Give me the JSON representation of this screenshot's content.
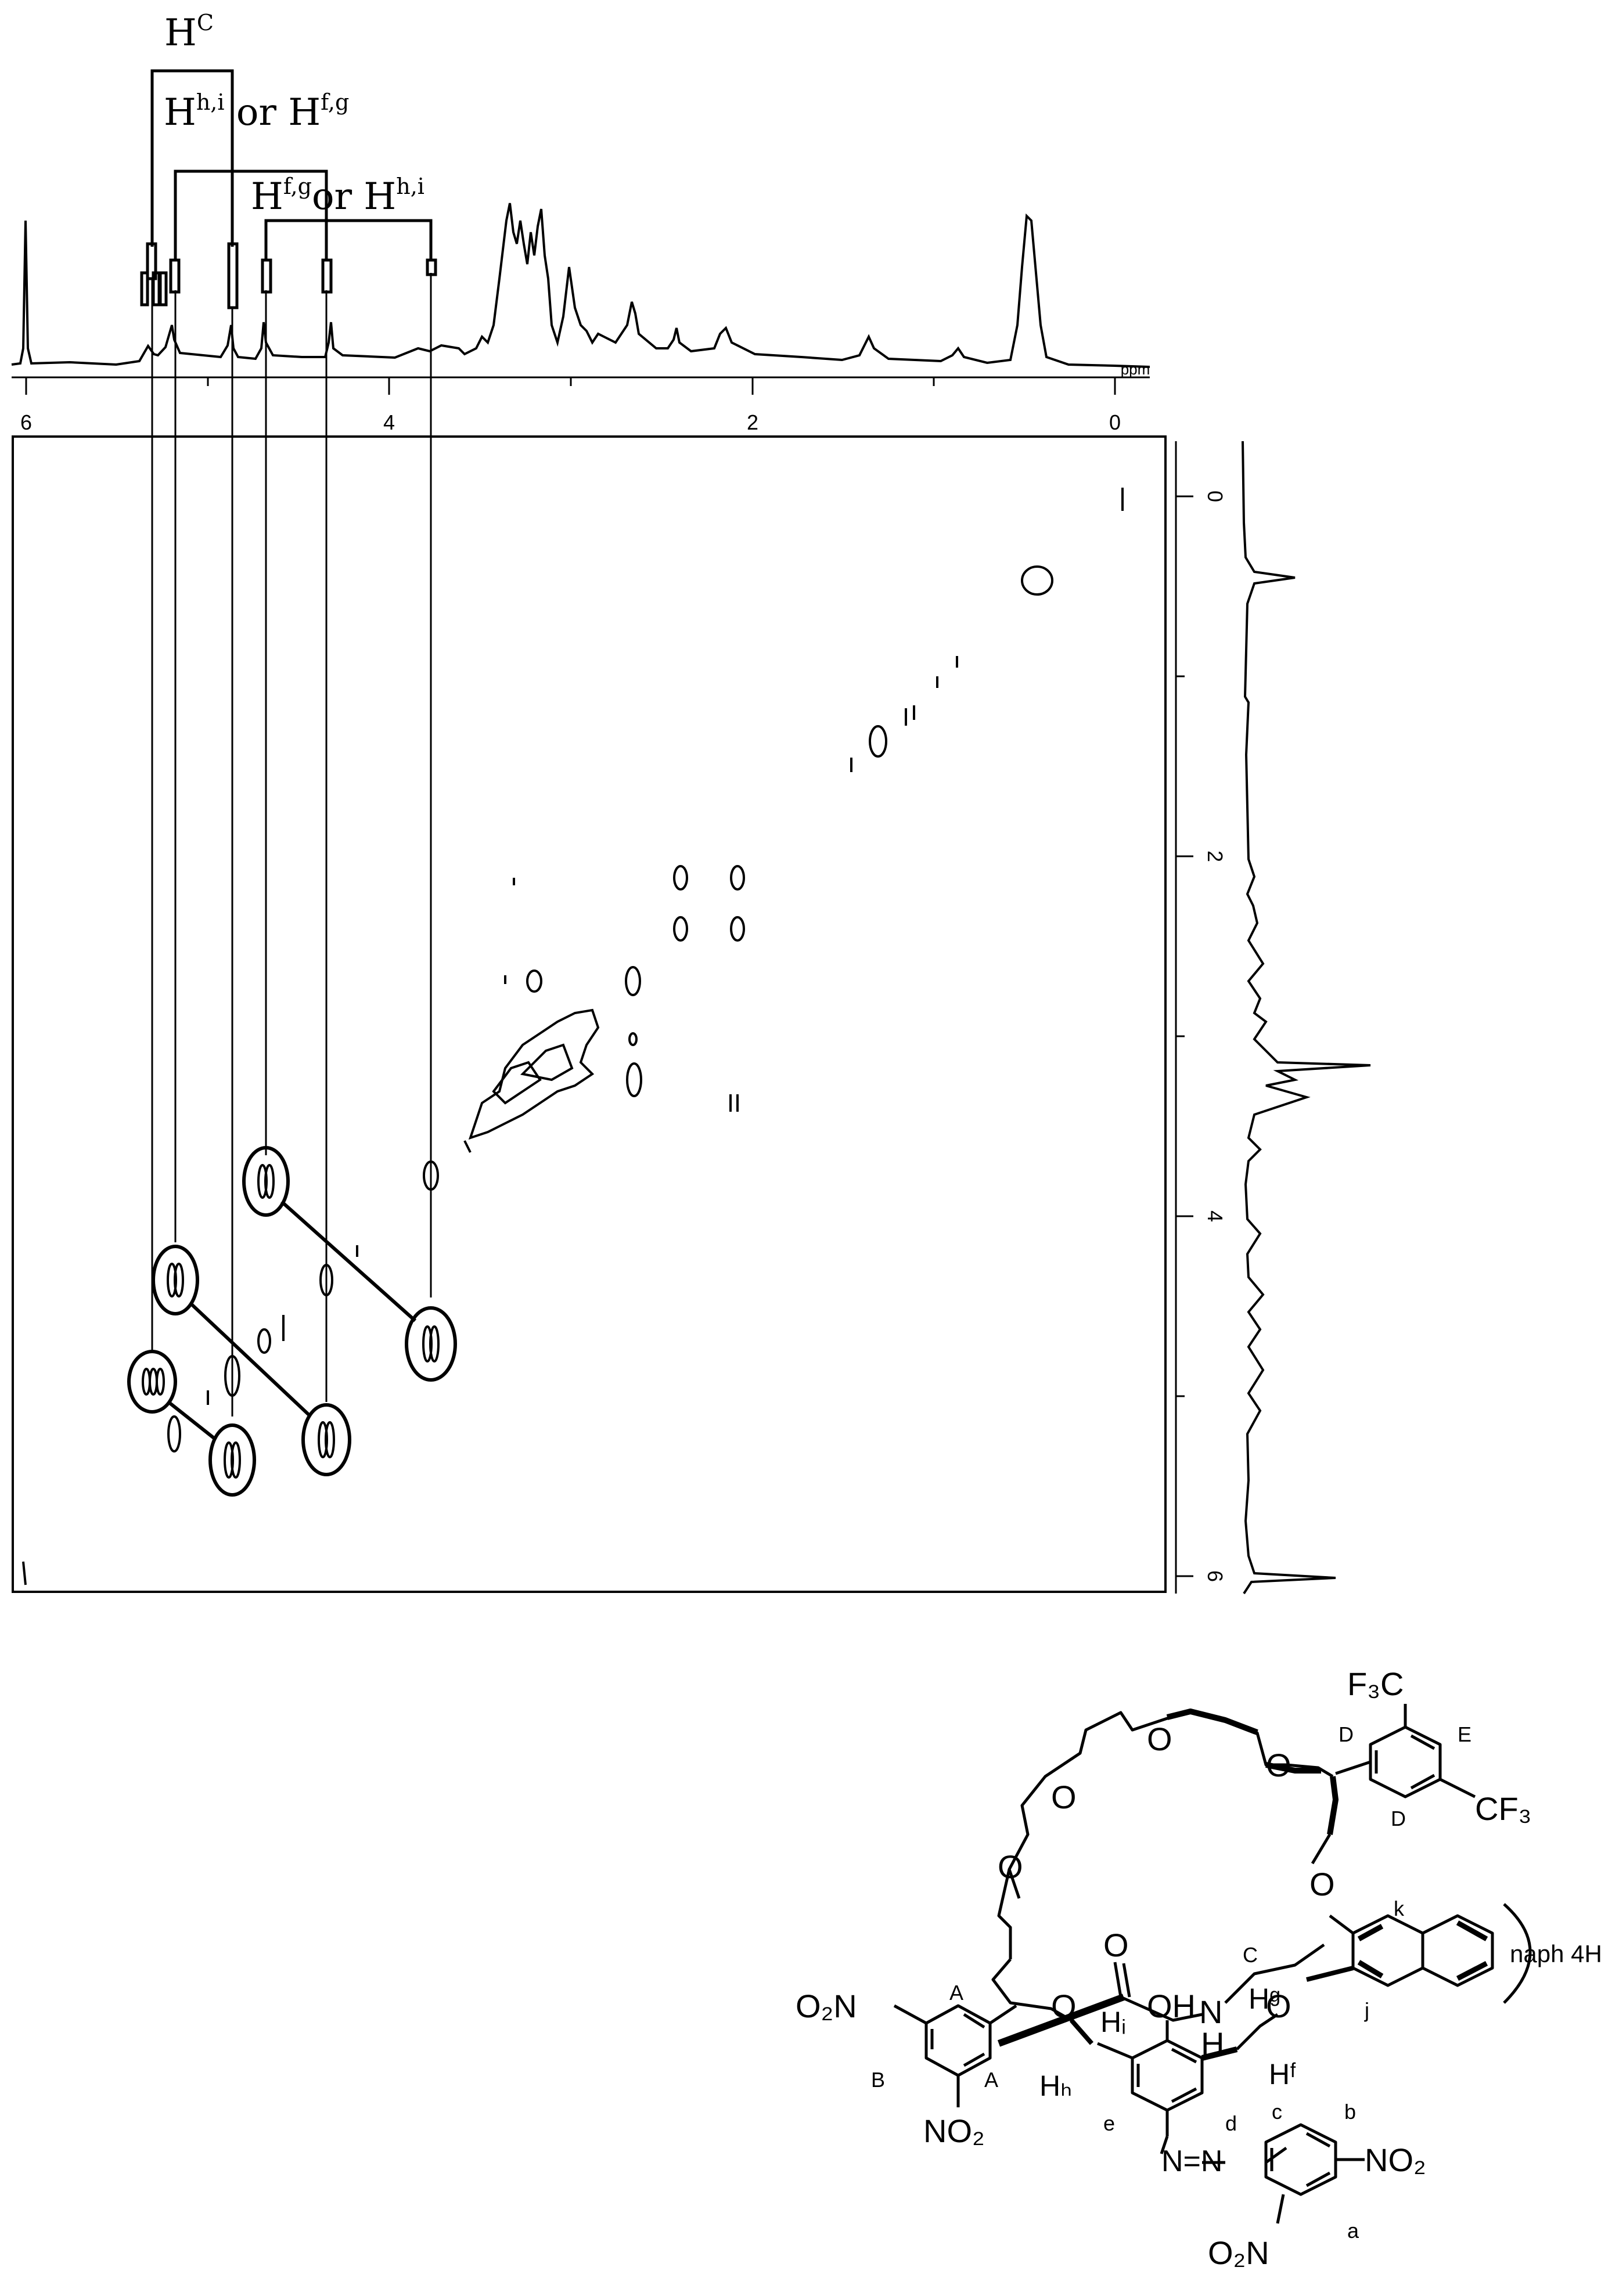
{
  "top_spectrum": {
    "axis_ticks": [
      "6",
      "4",
      "2",
      "0"
    ],
    "axis_unit": "ppm"
  },
  "side_spectrum": {
    "axis_ticks": [
      "0",
      "2",
      "4",
      "6"
    ]
  },
  "annotations": {
    "hc": {
      "base": "H",
      "sup": "C"
    },
    "hhi_or_hfg": {
      "base1": "H",
      "sup1": "h,i",
      "mid": " or ",
      "base2": "H",
      "sup2": "f,g"
    },
    "hfg_or_hhi": {
      "base1": "H",
      "sup1": "f,g",
      "mid": "or ",
      "base2": "H",
      "sup2": "h,i"
    }
  },
  "structure": {
    "o2n_left": "O₂N",
    "no2_bottom_left": "NO₂",
    "f3c": "F₃C",
    "cf3": "CF₃",
    "no2_right": "NO₂",
    "o2n_bottom": "O₂N",
    "oh": "OH",
    "nh_n": "N",
    "nh_h": "H",
    "azo": "N=N",
    "naph": "naph 4H",
    "ether_o": "O",
    "carbonyl_o": "O",
    "labels": {
      "A_top": "A",
      "A_low": "A",
      "B": "B",
      "C": "C",
      "D_top": "D",
      "D_low": "D",
      "E": "E",
      "a": "a",
      "b": "b",
      "c": "c",
      "d": "d",
      "e": "e",
      "j": "j",
      "k": "k",
      "Hi": "Hᵢ",
      "Hh": "Hₕ",
      "Hg": "Hᵍ",
      "Hf": "Hᶠ"
    }
  }
}
